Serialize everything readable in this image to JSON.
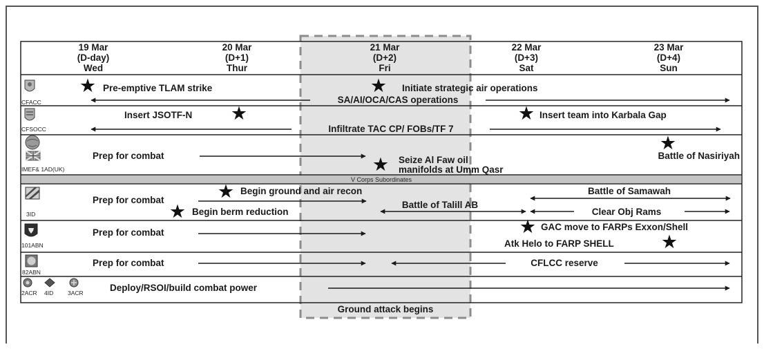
{
  "days": [
    {
      "date": "19 Mar",
      "dday": "(D-day)",
      "weekday": "Wed"
    },
    {
      "date": "20 Mar",
      "dday": "(D+1)",
      "weekday": "Thur"
    },
    {
      "date": "21 Mar",
      "dday": "(D+2)",
      "weekday": "Fri"
    },
    {
      "date": "22 Mar",
      "dday": "(D+3)",
      "weekday": "Sat"
    },
    {
      "date": "23 Mar",
      "dday": "(D+4)",
      "weekday": "Sun"
    }
  ],
  "units": {
    "cfacc": "CFACC",
    "cfsocc": "CFSOCC",
    "mef": "IMEF& 1AD(UK)",
    "id3": "3ID",
    "abn101": "101ABN",
    "abn82": "82ABN",
    "acr2": "2ACR",
    "id4": "4ID",
    "acr3": "3ACR"
  },
  "separator": "V Corps Subordinates",
  "events": {
    "cfacc_tlam": "Pre-emptive TLAM strike",
    "cfacc_air": "Initiate strategic air operations",
    "cfacc_ops": "SA/AI/OCA/CAS operations",
    "cfsocc_jsotf": "Insert JSOTF-N",
    "cfsocc_karbala": "Insert team into Karbala Gap",
    "cfsocc_infil": "Infiltrate TAC CP/ FOBs/TF 7",
    "mef_prep": "Prep for combat",
    "mef_seize1": "Seize Al Faw oil",
    "mef_seize2": "manifolds at Umm Qasr",
    "mef_nasiriyah": "Battle of Nasiriyah",
    "id3_prep": "Prep for combat",
    "id3_recon": "Begin ground and air recon",
    "id3_berm": "Begin berm reduction",
    "id3_talil": "Battle of Talill AB",
    "id3_samawah": "Battle of Samawah",
    "id3_rams": "Clear Obj Rams",
    "abn101_prep": "Prep for combat",
    "abn101_gac": "GAC move to FARPs Exxon/Shell",
    "abn101_atk": "Atk Helo to FARP SHELL",
    "abn82_prep": "Prep for combat",
    "abn82_reserve": "CFLCC reserve",
    "deploy": "Deploy/RSOI/build combat power"
  },
  "footer": "Ground attack begins",
  "icons": [
    "cfacc-insignia-icon",
    "cfsocc-insignia-icon",
    "mef-globe-icon",
    "uk-flag-icon",
    "3id-insignia-icon",
    "101abn-eagle-icon",
    "82abn-insignia-icon",
    "2acr-insignia-icon",
    "4id-ivy-icon",
    "3acr-insignia-icon",
    "star-icon",
    "arrow-icon"
  ]
}
